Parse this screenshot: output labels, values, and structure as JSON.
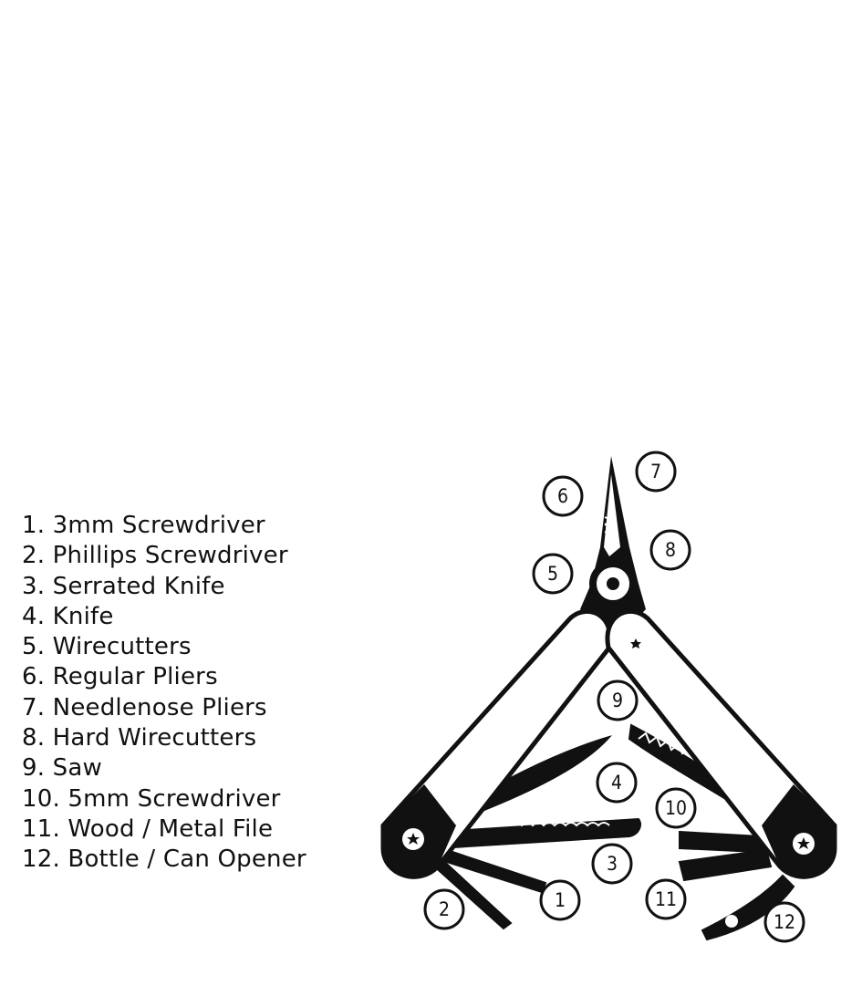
{
  "tools": [
    {
      "number": "1",
      "label": "1. 3mm Screwdriver"
    },
    {
      "number": "2",
      "label": "2. Phillips Screwdriver"
    },
    {
      "number": "3",
      "label": "3. Serrated Knife"
    },
    {
      "number": "4",
      "label": "4. Knife"
    },
    {
      "number": "5",
      "label": "5. Wirecutters"
    },
    {
      "number": "6",
      "label": "6. Regular Pliers"
    },
    {
      "number": "7",
      "label": "7. Needlenose Pliers"
    },
    {
      "number": "8",
      "label": "8. Hard Wirecutters"
    },
    {
      "number": "9",
      "label": "9. Saw"
    },
    {
      "number": "10",
      "label": "10. 5mm Screwdriver"
    },
    {
      "number": "11",
      "label": "11. Wood / Metal File"
    },
    {
      "number": "12",
      "label": "12. Bottle / Can Opener"
    }
  ],
  "colors": {
    "ink": "#111111",
    "background": "#ffffff"
  }
}
